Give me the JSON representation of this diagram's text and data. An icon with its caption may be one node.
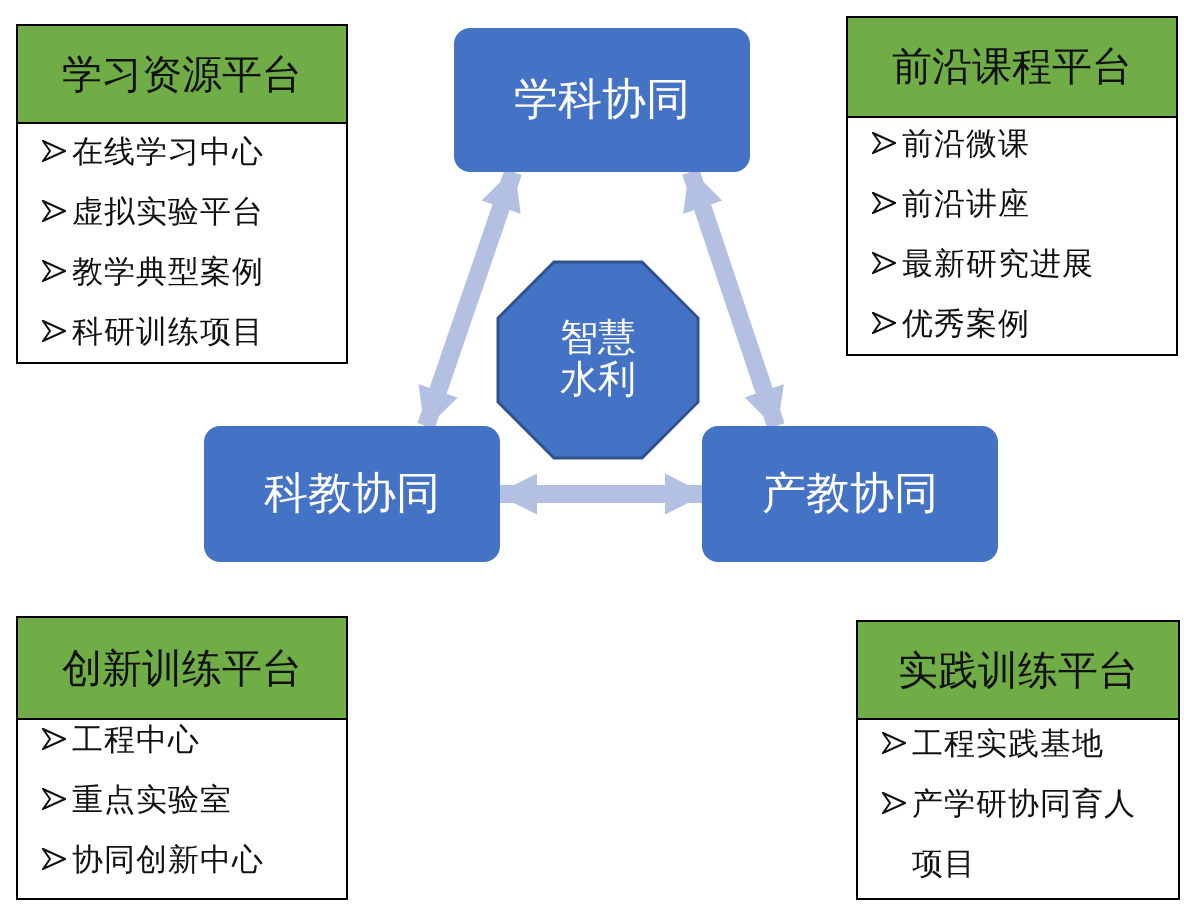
{
  "diagram": {
    "nodes": [
      {
        "text": [
          "学习资源平台",
          "在线学习中心",
          "虚拟实验平台",
          "教学典型案例",
          "科研训练项目"
        ]
      },
      {
        "text": [
          "学科协同"
        ]
      },
      {
        "text": [
          "前沿课程平台",
          "前沿微课",
          "前沿讲座",
          "最新研究进展",
          "优秀案例"
        ]
      },
      {
        "text": [
          "智慧水利"
        ]
      },
      {
        "text": [
          "科教协同"
        ]
      },
      {
        "text": [
          "产教协同"
        ]
      },
      {
        "text": [
          "创新训练平台",
          "工程中心",
          "重点实验室",
          "协同创新中心"
        ]
      },
      {
        "text": [
          "实践训练平台",
          "工程实践基地",
          "产学研协同育人项目"
        ]
      }
    ],
    "edges": [
      {
        "from": 1,
        "to": 4,
        "arrow": "both"
      },
      {
        "from": 1,
        "to": 5,
        "arrow": "both"
      },
      {
        "from": 4,
        "to": 5,
        "arrow": "both"
      }
    ]
  }
}
